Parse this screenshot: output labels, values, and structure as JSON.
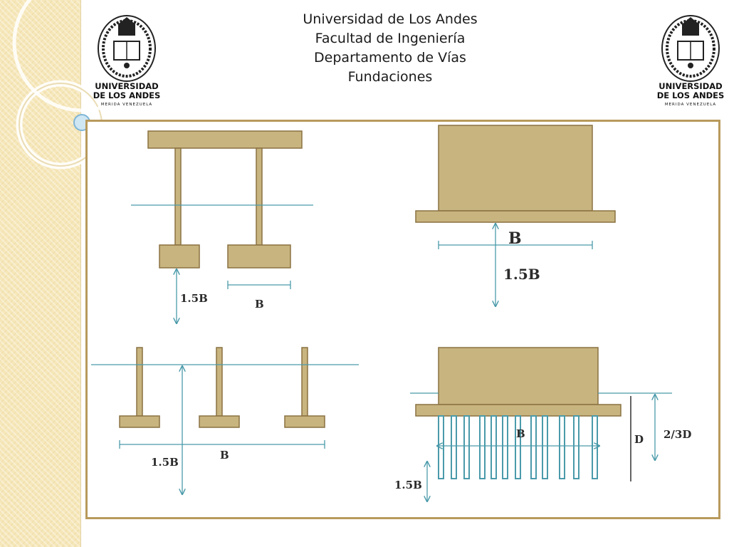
{
  "header": {
    "line1": "Universidad de Los Andes",
    "line2": "Facultad de Ingeniería",
    "line3": "Departamento de Vías",
    "line4": "Fundaciones"
  },
  "logo": {
    "name_line1": "UNIVERSIDAD",
    "name_line2": "DE LOS ANDES",
    "city": "MERIDA VENEZUELA"
  },
  "colors": {
    "foundation_fill": "#c8b47f",
    "foundation_stroke": "#8a7242",
    "line_color": "#4a9aaa",
    "frame_border": "#b89a5c",
    "band_color": "#f6e7b9"
  },
  "diagrams": {
    "isolated_footings": {
      "depth_label": "1.5B",
      "width_label": "B"
    },
    "mat_foundation": {
      "width_label": "B",
      "depth_label": "1.5B"
    },
    "strip_footings": {
      "depth_label": "1.5B",
      "width_label": "B"
    },
    "pile_group": {
      "width_label": "B",
      "pile_length_label": "D",
      "fraction_label": "2/3D",
      "depth_label": "1.5B"
    }
  }
}
